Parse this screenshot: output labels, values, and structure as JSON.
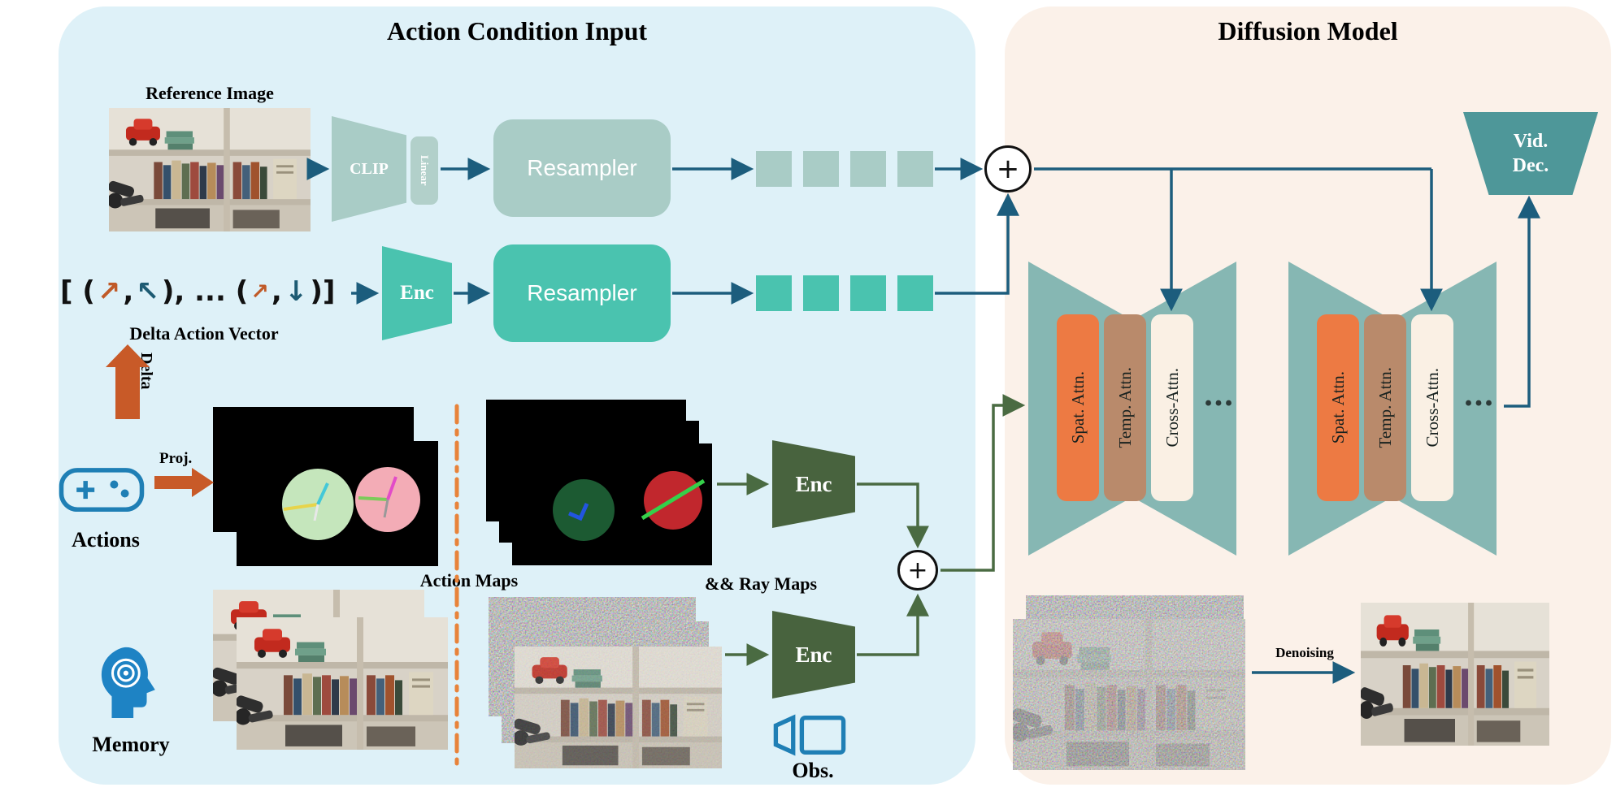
{
  "left_panel": {
    "title": "Action Condition Input",
    "reference_image_label": "Reference Image",
    "clip_label": "CLIP",
    "linear_label": "Linear",
    "resampler_top_label": "Resampler",
    "resampler_mid_label": "Resampler",
    "enc_action_label": "Enc",
    "delta_vector": {
      "open": "[ (",
      "arrow_1": "↗",
      "comma_1": ",",
      "arrow_2": "↖",
      "middle": "), ... (",
      "arrow_3": "↗",
      "comma_2": ",",
      "arrow_4": "↓",
      "close": ")]"
    },
    "delta_vector_label": "Delta Action Vector",
    "delta_arrow_label": "Delta",
    "proj_label": "Proj.",
    "actions_label": "Actions",
    "action_maps_label": "Action Maps",
    "ray_maps_label": "&& Ray Maps",
    "enc_maps_label": "Enc",
    "enc_obs_label": "Enc",
    "memory_label": "Memory",
    "obs_label": "Obs."
  },
  "right_panel": {
    "title": "Diffusion Model",
    "vid_dec_line1": "Vid.",
    "vid_dec_line2": "Dec.",
    "unet1": {
      "spat_attn": "Spat. Attn.",
      "temp_attn": "Temp. Attn.",
      "cross_attn": "Cross-Attn.",
      "dots": "..."
    },
    "unet2": {
      "spat_attn": "Spat. Attn.",
      "temp_attn": "Temp. Attn.",
      "cross_attn": "Cross-Attn.",
      "dots": "..."
    },
    "denoising_label": "Denoising"
  },
  "symbols": {
    "plus": "+"
  },
  "colors": {
    "panel_left_bg": "#DEF1F8",
    "panel_right_bg": "#FBF1E9",
    "muted_teal": "#A9CCC6",
    "teal": "#4AC3AF",
    "encoder_dark_green": "#48633E",
    "arrow_blue": "#1C5D7D",
    "arrow_green": "#4A6B42",
    "arrow_orange": "#C85A28",
    "unet_teal": "#86B7B3",
    "spat_attn_orange": "#ED7A43",
    "temp_attn_brown": "#B98A6B",
    "cross_attn_cream": "#FAF0E4",
    "vid_dec_teal": "#4E9799",
    "divider_orange": "#E8833A"
  }
}
